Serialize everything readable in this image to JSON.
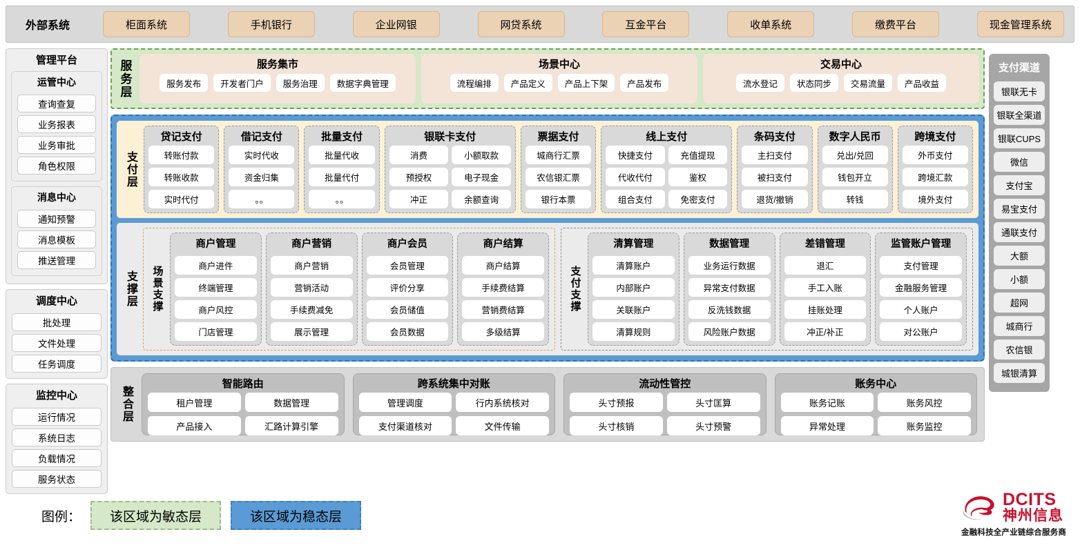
{
  "external": {
    "title": "外部系统",
    "items": [
      "柜面系统",
      "手机银行",
      "企业网银",
      "网贷系统",
      "互金平台",
      "收单系统",
      "缴费平台",
      "现金管理系统"
    ]
  },
  "management_platform": {
    "title": "管理平台",
    "groups": [
      {
        "title": "运管中心",
        "items": [
          "查询查复",
          "业务报表",
          "业务审批",
          "角色权限"
        ]
      },
      {
        "title": "消息中心",
        "items": [
          "通知预警",
          "消息模板",
          "推送管理"
        ]
      }
    ],
    "standalone_groups": [
      {
        "title": "调度中心",
        "items": [
          "批处理",
          "文件处理",
          "任务调度"
        ]
      },
      {
        "title": "监控中心",
        "items": [
          "运行情况",
          "系统日志",
          "负载情况",
          "服务状态"
        ]
      }
    ]
  },
  "service_layer": {
    "label": "服务层",
    "cards": [
      {
        "title": "服务集市",
        "items": [
          "服务发布",
          "开发者门户",
          "服务治理",
          "数据字典管理"
        ]
      },
      {
        "title": "场景中心",
        "items": [
          "流程编排",
          "产品定义",
          "产品上下架",
          "产品发布"
        ]
      },
      {
        "title": "交易中心",
        "items": [
          "流水登记",
          "状态同步",
          "交易流量",
          "产品收益"
        ]
      }
    ]
  },
  "payment_layer": {
    "label": "支付层",
    "cards": [
      {
        "title": "贷记支付",
        "cols": 1,
        "items": [
          "转账付款",
          "转账收款",
          "实时代付"
        ]
      },
      {
        "title": "借记支付",
        "cols": 1,
        "items": [
          "实时代收",
          "资金归集",
          "。。"
        ]
      },
      {
        "title": "批量支付",
        "cols": 1,
        "items": [
          "批量代收",
          "批量代付",
          "。。"
        ]
      },
      {
        "title": "银联卡支付",
        "cols": 2,
        "items": [
          "消费",
          "小额取款",
          "预授权",
          "电子现金",
          "冲正",
          "余额查询"
        ]
      },
      {
        "title": "票据支付",
        "cols": 1,
        "items": [
          "城商行汇票",
          "农信银汇票",
          "银行本票"
        ]
      },
      {
        "title": "线上支付",
        "cols": 2,
        "items": [
          "快捷支付",
          "充值提现",
          "代收代付",
          "鉴权",
          "组合支付",
          "免密支付"
        ]
      },
      {
        "title": "条码支付",
        "cols": 1,
        "items": [
          "主扫支付",
          "被扫支付",
          "退货/撤销"
        ]
      },
      {
        "title": "数字人民币",
        "cols": 1,
        "items": [
          "兑出/兑回",
          "钱包开立",
          "转钱"
        ]
      },
      {
        "title": "跨境支付",
        "cols": 1,
        "items": [
          "外币支付",
          "跨境汇款",
          "境外支付"
        ]
      }
    ]
  },
  "support_layer": {
    "label": "支撑层",
    "groups": [
      {
        "label": "场景支撑",
        "style": "scene",
        "cards": [
          {
            "title": "商户管理",
            "items": [
              "商户进件",
              "终端管理",
              "商户风控",
              "门店管理"
            ]
          },
          {
            "title": "商户营销",
            "items": [
              "商户营销",
              "营销活动",
              "手续费减免",
              "展示管理"
            ]
          },
          {
            "title": "商户会员",
            "items": [
              "会员管理",
              "评价分享",
              "会员储值",
              "会员数据"
            ]
          },
          {
            "title": "商户结算",
            "items": [
              "商户结算",
              "手续费结算",
              "营销费结算",
              "多级结算"
            ]
          }
        ]
      },
      {
        "label": "支付支撑",
        "style": "paysup",
        "cards": [
          {
            "title": "清算管理",
            "items": [
              "清算账户",
              "内部账户",
              "关联账户",
              "清算规则"
            ]
          },
          {
            "title": "数据管理",
            "items": [
              "业务运行数据",
              "异常支付数据",
              "反洗钱数据",
              "风险账户数据"
            ]
          },
          {
            "title": "差错管理",
            "items": [
              "退汇",
              "手工入账",
              "挂账处理",
              "冲正/补正"
            ]
          },
          {
            "title": "监管账户管理",
            "items": [
              "支付管理",
              "金融服务管理",
              "个人账户",
              "对公账户"
            ]
          }
        ]
      }
    ]
  },
  "integration_layer": {
    "label": "整合层",
    "cards": [
      {
        "title": "智能路由",
        "items": [
          "租户管理",
          "数据管理",
          "产品接入",
          "汇路计算引擎"
        ]
      },
      {
        "title": "跨系统集中对账",
        "items": [
          "管理调度",
          "行内系统核对",
          "支付渠道核对",
          "文件传输"
        ]
      },
      {
        "title": "流动性管控",
        "items": [
          "头寸预报",
          "头寸匡算",
          "头寸核销",
          "头寸预警"
        ]
      },
      {
        "title": "账务中心",
        "items": [
          "账务记账",
          "账务风控",
          "异常处理",
          "账务监控"
        ]
      }
    ]
  },
  "payment_channels": {
    "title": "支付渠道",
    "items": [
      "银联无卡",
      "银联全渠道",
      "银联CUPS",
      "微信",
      "支付宝",
      "易宝支付",
      "通联支付",
      "大额",
      "小额",
      "超网",
      "城商行",
      "农信银",
      "城银清算"
    ]
  },
  "legend": {
    "label": "图例：",
    "agile": "该区域为敏态层",
    "stable": "该区域为稳态层"
  },
  "logo": {
    "en": "DCITS",
    "cn": "神州信息",
    "tagline": "金融科技全产业链综合服务商"
  },
  "colors": {
    "agile_green": "#d5e8c8",
    "stable_blue": "#5b9bd5",
    "external_chip": "#ebd2b4",
    "payment_bg": "#fdf1d5",
    "brand_red": "#c8102e"
  }
}
